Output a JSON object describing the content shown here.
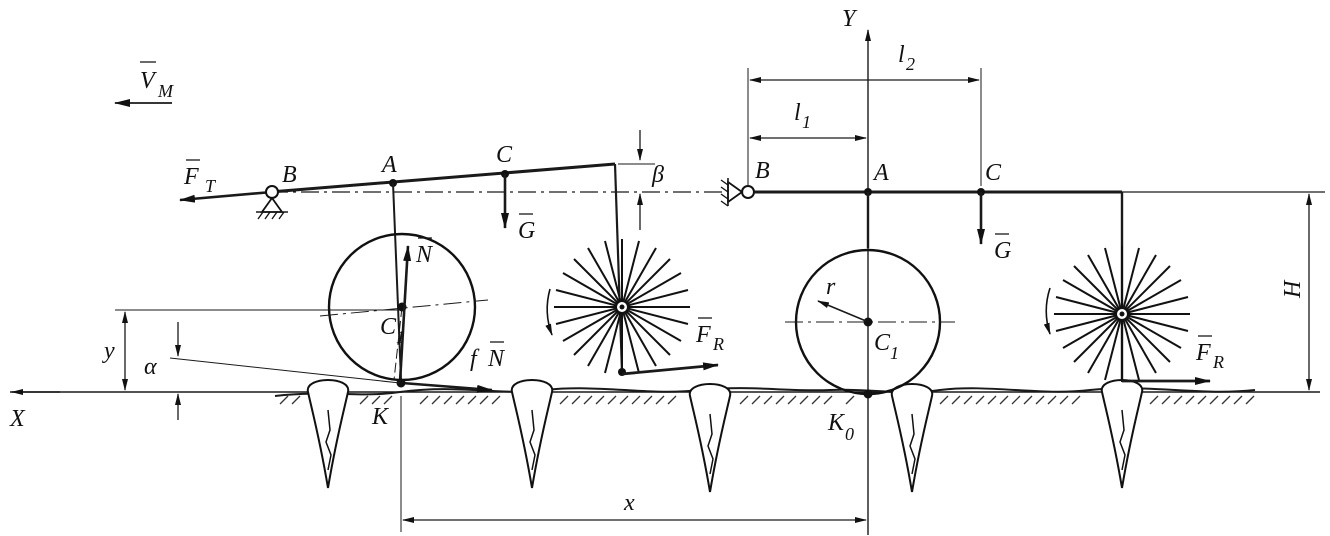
{
  "labels": {
    "velocity": "V",
    "velocity_sub": "M",
    "axis_x": "X",
    "axis_y": "Y",
    "force_traction": "F",
    "force_traction_sub": "T",
    "point_b": "B",
    "point_a": "A",
    "point_c": "C",
    "gravity": "G",
    "angle_beta": "β",
    "angle_alpha": "α",
    "normal_force": "N",
    "friction_coeff": "f",
    "center": "C",
    "center_sub": "1",
    "force_r": "F",
    "force_r_sub": "R",
    "contact_k": "K",
    "contact_k0": "K",
    "contact_k0_sub": "0",
    "dim_x": "x",
    "dim_y": "y",
    "dim_h": "H",
    "dim_r": "r",
    "dim_l1": "l",
    "dim_l1_sub": "1",
    "dim_l2": "l",
    "dim_l2_sub": "2"
  }
}
